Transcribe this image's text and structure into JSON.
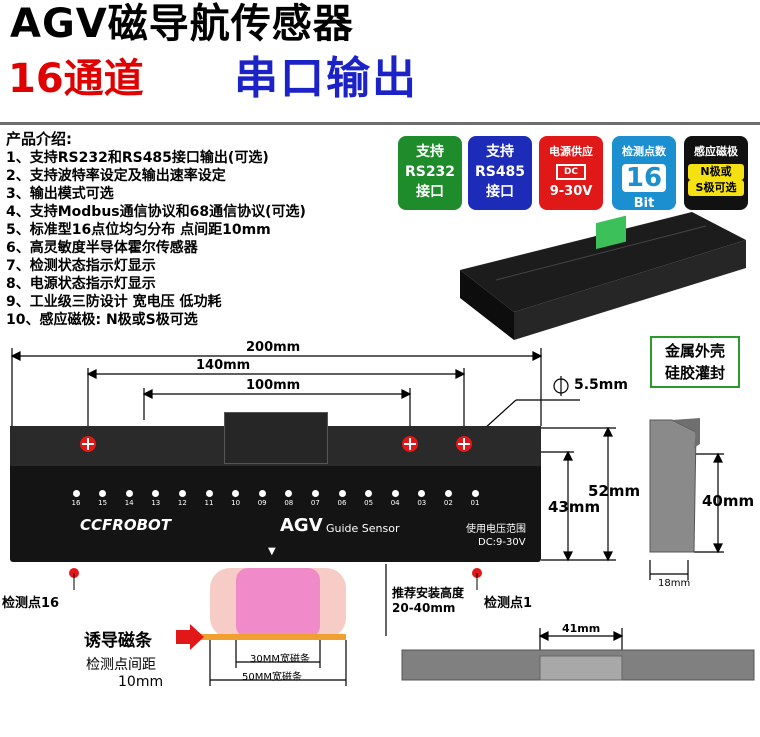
{
  "header": {
    "title": "AGV磁导航传感器",
    "channels": "16通道",
    "output": "串口输出"
  },
  "intro": {
    "title": "产品介绍:",
    "features": [
      "1、支持RS232和RS485接口输出(可选)",
      "2、支持波特率设定及输出速率设定",
      "3、输出模式可选",
      "4、支持Modbus通信协议和68通信协议(可选)",
      "5、标准型16点位均匀分布 点间距10mm",
      "6、高灵敏度半导体霍尔传感器",
      "7、检测状态指示灯显示",
      "8、电源状态指示灯显示",
      "9、工业级三防设计 宽电压 低功耗",
      "10、感应磁极: N极或S极可选"
    ]
  },
  "badges": [
    {
      "lines": [
        "支持",
        "RS232",
        "接口"
      ],
      "bg": "#1f8c2c"
    },
    {
      "lines": [
        "支持",
        "RS485",
        "接口"
      ],
      "bg": "#1c2bb8"
    },
    {
      "lines": [
        "电源供应",
        "DC",
        "9-30V"
      ],
      "bg": "#e01818"
    },
    {
      "lines": [
        "检测点数",
        "16",
        "Bit"
      ],
      "bg": "#1c8fd0"
    },
    {
      "lines": [
        "感应磁极",
        "N极或",
        "S极可选"
      ],
      "bg": "#111111"
    }
  ],
  "side_label": {
    "line1": "金属外壳",
    "line2": "硅胶灌封"
  },
  "dimensions": {
    "d200": "200mm",
    "d140": "140mm",
    "d100": "100mm",
    "hole": "5.5mm",
    "h52": "52mm",
    "h43": "43mm",
    "h40": "40mm",
    "w18": "18mm",
    "w41": "41mm"
  },
  "sensor": {
    "brand": "CCFROBOT",
    "agv": "AGV",
    "guide": "Guide Sensor",
    "voltage_title": "使用电压范围",
    "voltage": "DC:9-30V",
    "points": [
      "16",
      "15",
      "14",
      "13",
      "12",
      "11",
      "10",
      "09",
      "08",
      "07",
      "06",
      "05",
      "04",
      "03",
      "02",
      "01"
    ]
  },
  "labels": {
    "point16": "检测点16",
    "point1": "检测点1",
    "install_height_title": "推荐安装高度",
    "install_height": "20-40mm",
    "magnetic_strip": "诱导磁条",
    "point_spacing_title": "检测点间距",
    "point_spacing": "10mm",
    "strip30": "30MM宽磁条",
    "strip50": "50MM宽磁条"
  },
  "colors": {
    "accent_red": "#e00000",
    "accent_blue": "#1a22c8",
    "strip_pink": "#f08ac8",
    "strip_orange": "#f0a030"
  }
}
